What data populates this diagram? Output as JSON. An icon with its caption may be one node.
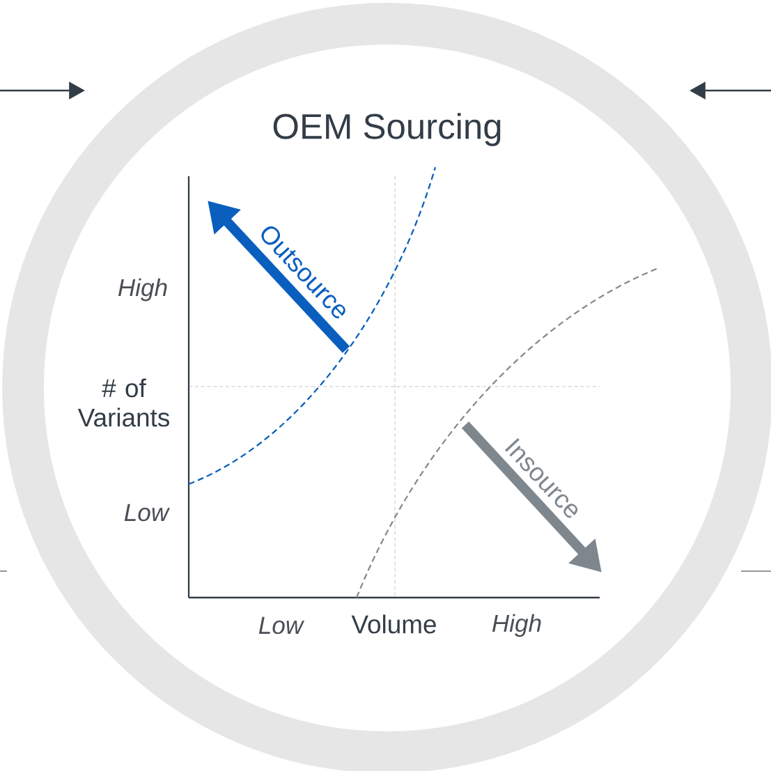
{
  "diagram": {
    "title": "OEM Sourcing",
    "labels": [
      "Outsource",
      "High",
      "# of Variants",
      "Insource",
      "Low",
      "Low",
      "Volume",
      "High"
    ]
  }
}
